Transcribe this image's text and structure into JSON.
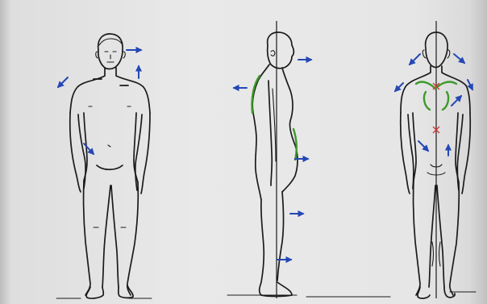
{
  "figure": {
    "views": [
      "front-view",
      "side-view",
      "back-view"
    ],
    "colors": {
      "outline": "#1b1b1b",
      "arrow": "#2447b5",
      "highlight": "#3d9a2a",
      "marker": "#d33a3a",
      "paper": "#e6e6e6"
    },
    "icons": [
      "arrow-icon",
      "x-marker-icon"
    ]
  }
}
